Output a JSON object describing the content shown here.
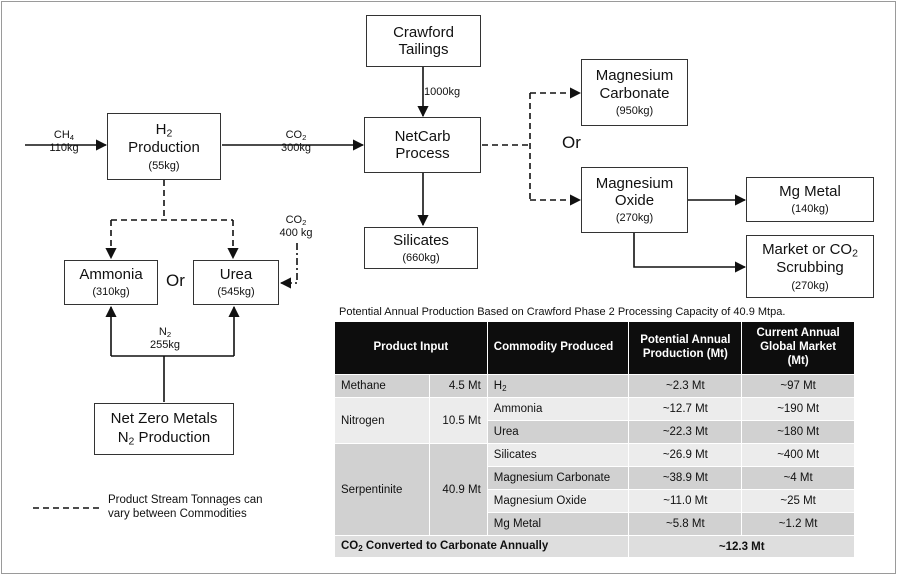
{
  "boxes": {
    "crawford": {
      "title": "Crawford Tailings",
      "mass": ""
    },
    "h2": {
      "title_pre": "H",
      "title_sub": "2",
      "title_post": " Production",
      "mass": "(55kg)"
    },
    "netcarb": {
      "title": "NetCarb Process",
      "mass": ""
    },
    "mgcarb": {
      "title": "Magnesium Carbonate",
      "mass": "(950kg)"
    },
    "mgoxide": {
      "title": "Magnesium Oxide",
      "mass": "(270kg)"
    },
    "mgmetal": {
      "title": "Mg Metal",
      "mass": "(140kg)"
    },
    "market": {
      "title_pre": "Market or CO",
      "title_sub": "2",
      "title_post": " Scrubbing",
      "mass": "(270kg)"
    },
    "silicates": {
      "title": "Silicates",
      "mass": "(660kg)"
    },
    "ammonia": {
      "title": "Ammonia",
      "mass": "(310kg)"
    },
    "urea": {
      "title": "Urea",
      "mass": "(545kg)"
    },
    "nzm": {
      "title": "Net Zero Metals",
      "title2_pre": "N",
      "title2_sub": "2",
      "title2_post": " Production"
    }
  },
  "flows": {
    "ch4_pre": "CH",
    "ch4_sub": "4",
    "ch4_mass": "110kg",
    "co2_pre": "CO",
    "co2_sub": "2",
    "co2_mass": "300kg",
    "tailings_mass": "1000kg",
    "co2b_pre": "CO",
    "co2b_sub": "2",
    "co2b_mass": "400 kg",
    "n2_pre": "N",
    "n2_sub": "2",
    "n2_mass": "255kg"
  },
  "or_label": "Or",
  "legend_text": "Product Stream Tonnages can vary between Commodities",
  "table": {
    "title": "Potential Annual Production Based on Crawford Phase 2 Processing Capacity of 40.9 Mtpa.",
    "headers": [
      "Product Input",
      "Commodity Produced",
      "Potential Annual Production (Mt)",
      "Current Annual Global Market (Mt)"
    ],
    "inputs": [
      {
        "name": "Methane",
        "amount": "4.5 Mt"
      },
      {
        "name": "Nitrogen",
        "amount": "10.5 Mt"
      },
      {
        "name": "Serpentinite",
        "amount": "40.9 Mt"
      }
    ],
    "rows": [
      {
        "commodity_pre": "H",
        "commodity_sub": "2",
        "production": "~2.3 Mt",
        "market": "~97 Mt"
      },
      {
        "commodity_pre": "Ammonia",
        "commodity_sub": "",
        "production": "~12.7 Mt",
        "market": "~190 Mt"
      },
      {
        "commodity_pre": "Urea",
        "commodity_sub": "",
        "production": "~22.3 Mt",
        "market": "~180 Mt"
      },
      {
        "commodity_pre": "Silicates",
        "commodity_sub": "",
        "production": "~26.9 Mt",
        "market": "~400 Mt"
      },
      {
        "commodity_pre": "Magnesium Carbonate",
        "commodity_sub": "",
        "production": "~38.9 Mt",
        "market": "~4 Mt"
      },
      {
        "commodity_pre": "Magnesium Oxide",
        "commodity_sub": "",
        "production": "~11.0 Mt",
        "market": "~25 Mt"
      },
      {
        "commodity_pre": "Mg Metal",
        "commodity_sub": "",
        "production": "~5.8 Mt",
        "market": "~1.2 Mt"
      }
    ],
    "footer_pre": "CO",
    "footer_sub": "2",
    "footer_post": " Converted to Carbonate Annually",
    "footer_value": "~12.3 Mt"
  }
}
